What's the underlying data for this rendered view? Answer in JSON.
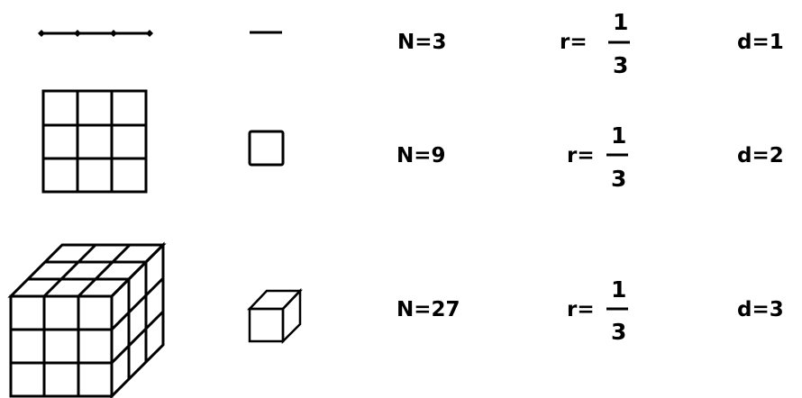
{
  "rows": [
    {
      "N": "N=3",
      "r_prefix": "r=",
      "r_num": "1",
      "r_den": "3",
      "d": "d=1"
    },
    {
      "N": "N=9",
      "r_prefix": "r=",
      "r_num": "1",
      "r_den": "3",
      "d": "d=2"
    },
    {
      "N": "N=27",
      "r_prefix": "r=",
      "r_num": "1",
      "r_den": "3",
      "d": "d=3"
    }
  ]
}
